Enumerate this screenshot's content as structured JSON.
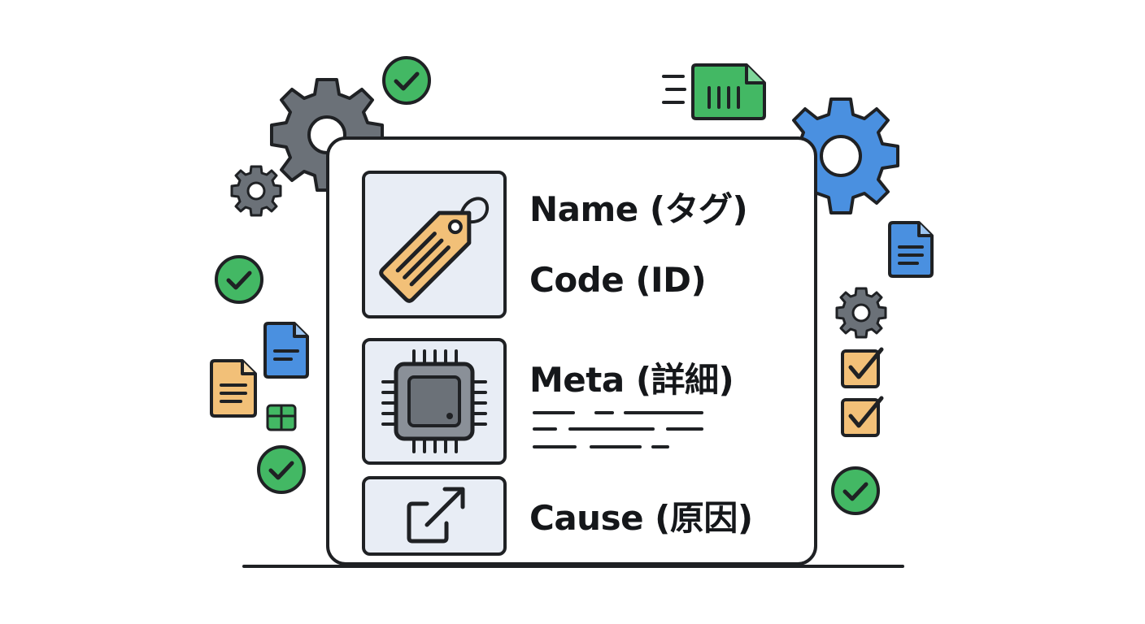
{
  "fields": {
    "name": "Name (タグ)",
    "code": "Code (ID)",
    "meta": "Meta (詳細)",
    "cause": "Cause (原因)"
  },
  "colors": {
    "outline": "#1f2124",
    "tile_fill": "#e8edf5",
    "tag_fill": "#f2c078",
    "gear_gray": "#6b7178",
    "gear_blue": "#4a90e0",
    "check_green": "#43b864",
    "doc_blue": "#4a90e0",
    "doc_orange": "#f2c078",
    "doc_green": "#43b864"
  },
  "icons": [
    "tag-icon",
    "chip-icon",
    "external-link-icon",
    "gear-icon",
    "check-circle-icon",
    "document-icon",
    "checkbox-icon"
  ]
}
